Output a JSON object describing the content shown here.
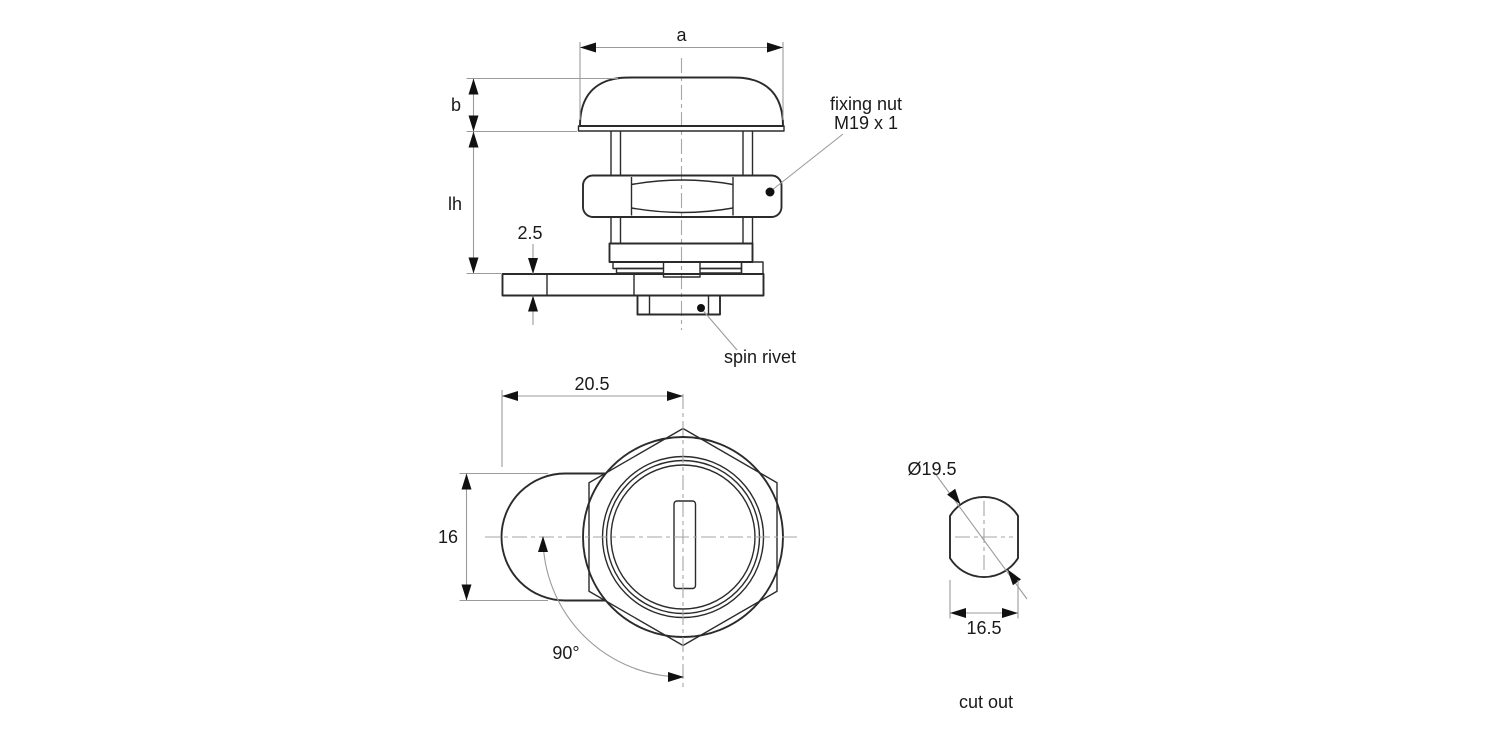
{
  "title": "cam lock technical drawing",
  "colors": {
    "object_line": "#2b2b2b",
    "dimension_line": "#9b9b9b",
    "centerline": "#a6a6a6",
    "text": "#1a1a1a",
    "background": "#ffffff"
  },
  "side_view": {
    "dim_head_width": "a",
    "dim_head_height": "b",
    "dim_housing_length": "lh",
    "dim_flange_thickness": "2.5",
    "label_fixing_nut_line1": "fixing nut",
    "label_fixing_nut_line2": "M19 x 1",
    "label_spin_rivet": "spin rivet"
  },
  "front_view": {
    "dim_cam_length": "20.5",
    "dim_cam_width": "16",
    "dim_rotation_angle": "90°"
  },
  "cutout_view": {
    "dim_diameter": "Ø19.5",
    "dim_across_flats": "16.5",
    "caption": "cut out"
  }
}
